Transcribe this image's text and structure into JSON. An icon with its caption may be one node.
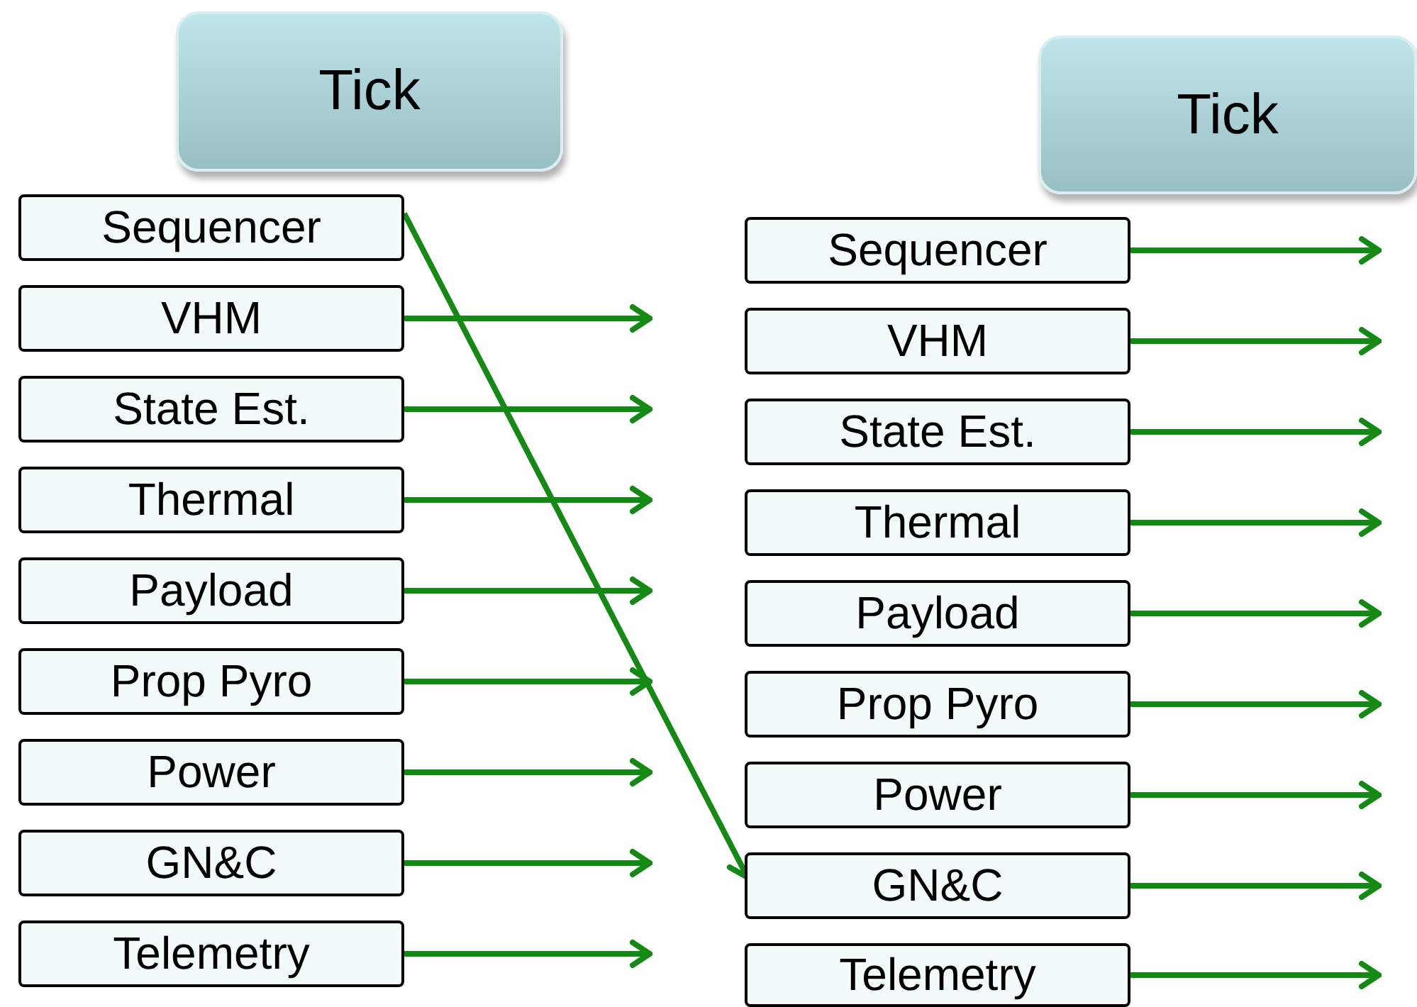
{
  "diagram": {
    "nodes": [
      {
        "text": [
          "Tick"
        ]
      },
      {
        "text": [
          "Sequencer"
        ]
      },
      {
        "text": [
          "VHM"
        ]
      },
      {
        "text": [
          "State Est."
        ]
      },
      {
        "text": [
          "Thermal"
        ]
      },
      {
        "text": [
          "Payload"
        ]
      },
      {
        "text": [
          "Prop Pyro"
        ]
      },
      {
        "text": [
          "Power"
        ]
      },
      {
        "text": [
          "GN&C"
        ]
      },
      {
        "text": [
          "Telemetry"
        ]
      },
      {
        "text": [
          "Tick"
        ]
      },
      {
        "text": [
          "Sequencer"
        ]
      },
      {
        "text": [
          "VHM"
        ]
      },
      {
        "text": [
          "State Est."
        ]
      },
      {
        "text": [
          "Thermal"
        ]
      },
      {
        "text": [
          "Payload"
        ]
      },
      {
        "text": [
          "Prop Pyro"
        ]
      },
      {
        "text": [
          "Power"
        ]
      },
      {
        "text": [
          "GN&C"
        ]
      },
      {
        "text": [
          "Telemetry"
        ]
      }
    ],
    "edges": [
      {
        "from": 1,
        "to": 18,
        "arrow": "to"
      },
      {
        "from": 2,
        "to": null,
        "arrow": "to"
      },
      {
        "from": 3,
        "to": null,
        "arrow": "to"
      },
      {
        "from": 4,
        "to": null,
        "arrow": "to"
      },
      {
        "from": 5,
        "to": null,
        "arrow": "to"
      },
      {
        "from": 6,
        "to": null,
        "arrow": "to"
      },
      {
        "from": 7,
        "to": null,
        "arrow": "to"
      },
      {
        "from": 8,
        "to": null,
        "arrow": "to"
      },
      {
        "from": 9,
        "to": null,
        "arrow": "to"
      },
      {
        "from": 11,
        "to": null,
        "arrow": "to"
      },
      {
        "from": 12,
        "to": null,
        "arrow": "to"
      },
      {
        "from": 13,
        "to": null,
        "arrow": "to"
      },
      {
        "from": 14,
        "to": null,
        "arrow": "to"
      },
      {
        "from": 15,
        "to": null,
        "arrow": "to"
      },
      {
        "from": 16,
        "to": null,
        "arrow": "to"
      },
      {
        "from": 17,
        "to": null,
        "arrow": "to"
      },
      {
        "from": 18,
        "to": null,
        "arrow": "to"
      },
      {
        "from": 19,
        "to": null,
        "arrow": "to"
      }
    ]
  }
}
